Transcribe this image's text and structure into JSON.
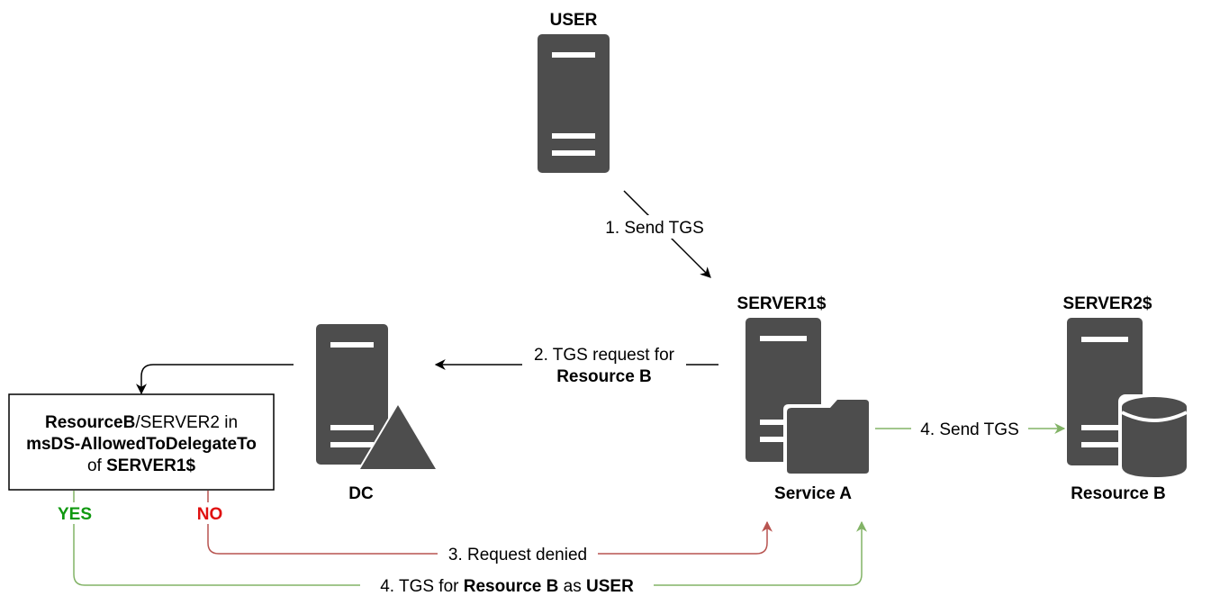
{
  "nodes": {
    "user": {
      "title": "USER"
    },
    "dc": {
      "caption": "DC"
    },
    "server1": {
      "title": "SERVER1$",
      "caption": "Service A"
    },
    "server2": {
      "title": "SERVER2$",
      "caption": "Resource B"
    }
  },
  "check_box": {
    "line1_bold": "ResourceB",
    "line1_rest": "/SERVER2 in",
    "line2_bold": "msDS-AllowedToDelegateTo",
    "line3_pre": "of ",
    "line3_bold": "SERVER1$"
  },
  "branches": {
    "yes": "YES",
    "no": "NO"
  },
  "edges": {
    "send_tgs_1": "1. Send TGS",
    "tgs_request_line1": "2. TGS request for",
    "tgs_request_line2": "Resource B",
    "request_denied": "3. Request denied",
    "send_tgs_4": "4. Send TGS",
    "tgs_for_pre": "4. TGS for ",
    "tgs_for_bold1": "Resource B",
    "tgs_for_mid": " as ",
    "tgs_for_bold2": "USER"
  },
  "colors": {
    "server": "#4d4d4d",
    "edge_default": "#000000",
    "edge_denied": "#b85450",
    "edge_granted": "#82b366",
    "yes_text": "#109910",
    "no_text": "#e01010"
  }
}
